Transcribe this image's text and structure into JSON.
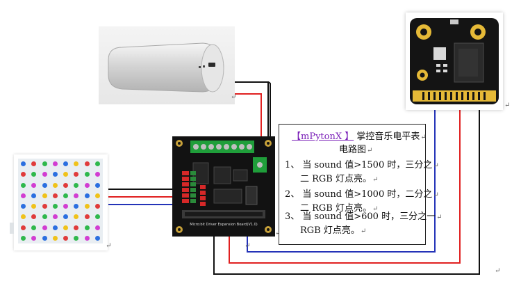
{
  "colors": {
    "wire_black": "#111111",
    "wire_red": "#e02020",
    "wire_blue": "#2433b8",
    "board": "#121212",
    "terminal_green": "#1f9e3a",
    "pin_red": "#d62828",
    "note_title_accent": "#7a1fb8"
  },
  "note": {
    "title_bracket": "【mPytonX 】",
    "title_rest": "掌控音乐电平表",
    "subtitle": "电路图",
    "steps": [
      {
        "line1": "1、 当 sound 值>1500 时，三分之",
        "line2": "二 RGB 灯点亮。"
      },
      {
        "line1": "2、 当 sound 值>1000 时，二分之",
        "line2": "二 RGB 灯点亮。"
      },
      {
        "line1": "3、 当 sound 值>600 时，三分之一",
        "line2": "RGB 灯点亮。"
      }
    ]
  },
  "board": {
    "silkscreen": "Micro:bit Driver Expansion Board(V1.0)"
  },
  "led_matrix": {
    "rows": [
      [
        "#2b6fe0",
        "#e03b3b",
        "#2fb84c",
        "#d23dd2",
        "#2b6fe0",
        "#f0c21a",
        "#e03b3b",
        "#2fb84c"
      ],
      [
        "#e03b3b",
        "#2fb84c",
        "#d23dd2",
        "#2b6fe0",
        "#f0c21a",
        "#e03b3b",
        "#2fb84c",
        "#d23dd2"
      ],
      [
        "#2fb84c",
        "#d23dd2",
        "#2b6fe0",
        "#f0c21a",
        "#e03b3b",
        "#2fb84c",
        "#d23dd2",
        "#2b6fe0"
      ],
      [
        "#d23dd2",
        "#2b6fe0",
        "#f0c21a",
        "#e03b3b",
        "#2fb84c",
        "#d23dd2",
        "#2b6fe0",
        "#f0c21a"
      ],
      [
        "#2b6fe0",
        "#f0c21a",
        "#e03b3b",
        "#2fb84c",
        "#d23dd2",
        "#2b6fe0",
        "#f0c21a",
        "#e03b3b"
      ],
      [
        "#f0c21a",
        "#e03b3b",
        "#2fb84c",
        "#d23dd2",
        "#2b6fe0",
        "#f0c21a",
        "#e03b3b",
        "#2fb84c"
      ],
      [
        "#e03b3b",
        "#2fb84c",
        "#d23dd2",
        "#2b6fe0",
        "#f0c21a",
        "#e03b3b",
        "#2fb84c",
        "#d23dd2"
      ],
      [
        "#2fb84c",
        "#d23dd2",
        "#2b6fe0",
        "#f0c21a",
        "#e03b3b",
        "#2fb84c",
        "#d23dd2",
        "#2b6fe0"
      ]
    ]
  },
  "return_mark": "↵"
}
